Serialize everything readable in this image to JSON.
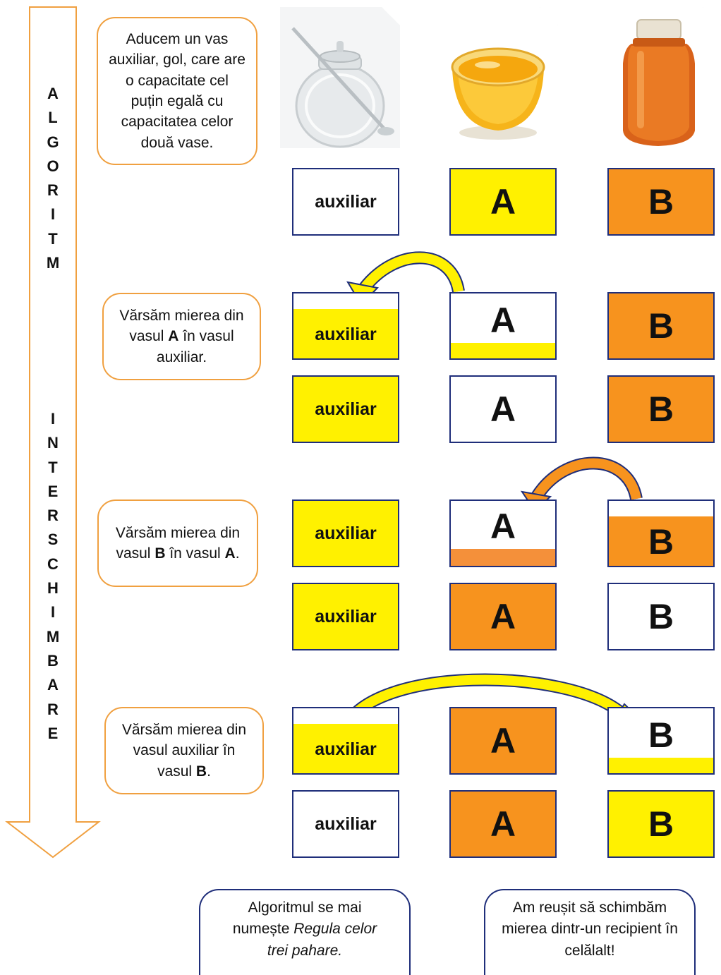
{
  "side_arrow": {
    "word1": [
      "A",
      "L",
      "G",
      "O",
      "R",
      "I",
      "T",
      "M"
    ],
    "word2": [
      "I",
      "N",
      "T",
      "E",
      "R",
      "S",
      "C",
      "H",
      "I",
      "M",
      "B",
      "A",
      "R",
      "E"
    ]
  },
  "bubbles": {
    "step0": "Aducem un vas auxiliar, gol, care are o capacitate cel puțin egală cu capacitatea celor două vase.",
    "step1_pre": "Vărsăm mierea din vasul ",
    "step1_bold": "A",
    "step1_post": " în vasul auxiliar.",
    "step2_pre": "Vărsăm mierea din vasul ",
    "step2_bold1": "B",
    "step2_mid": " în vasul ",
    "step2_bold2": "A",
    "step2_post": ".",
    "step3_pre": "Vărsăm mierea din vasul auxiliar în vasul ",
    "step3_bold": "B",
    "step3_post": "."
  },
  "labels": {
    "aux": "auxiliar",
    "a": "A",
    "b": "B"
  },
  "photos": {
    "p1": "empty-glass-jar-photo",
    "p2": "honey-bowl-photo",
    "p3": "honey-jar-photo"
  },
  "footer": {
    "left_line1": "Algoritmul se mai",
    "left_line2_pre": "numește ",
    "left_line2_it": "Regula celor",
    "left_line3_it": "trei pahare.",
    "right": "Am reușit să schimbăm mierea dintr-un recipient în celălalt!"
  },
  "colors": {
    "yellow": "#fff100",
    "orange": "#f7931e",
    "border_blue": "#1f2e7a",
    "bubble_orange": "#f0a040"
  }
}
